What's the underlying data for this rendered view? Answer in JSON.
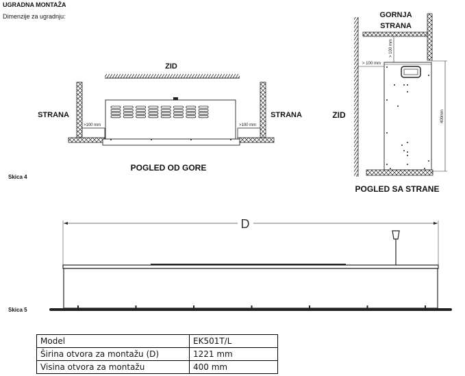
{
  "header": {
    "title": "UGRADNA MONTAŽA",
    "subtitle": "Dimenzije za ugradnju:"
  },
  "sketch4": {
    "caption": "Skica 4",
    "top_view": {
      "wall_label": "ZID",
      "side_left_label": "STRANA",
      "side_right_label": "STRANA",
      "clearance_left": ">100 mm",
      "clearance_right": ">100 mm",
      "view_title": "POGLED OD GORE"
    },
    "side_view": {
      "top_label_line1": "GORNJA",
      "top_label_line2": "STRANA",
      "wall_label": "ZID",
      "clearance_top": "> 100 mm",
      "clearance_wall": "> 100 mm",
      "height_dim": "400mm",
      "view_title": "POGLED SA STRANE"
    }
  },
  "sketch5": {
    "caption": "Skica 5",
    "dimension_label": "D"
  },
  "table": {
    "rows": [
      [
        "Model",
        "EK501T/L"
      ],
      [
        "Širina otvora za montažu (D)",
        "1221 mm"
      ],
      [
        "Visina otvora za montažu",
        "400 mm"
      ]
    ]
  }
}
